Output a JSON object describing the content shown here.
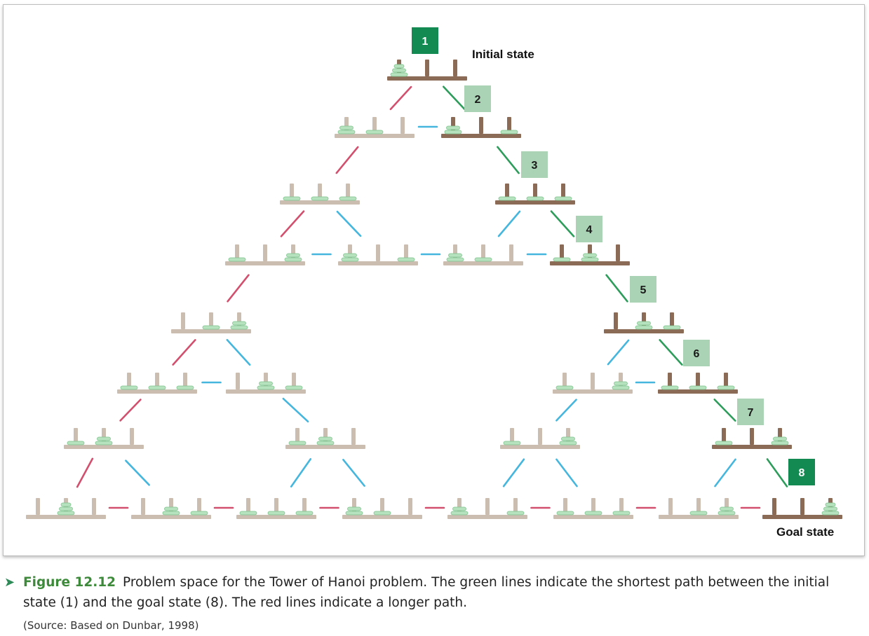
{
  "labels": {
    "initial": "Initial state",
    "goal": "Goal state"
  },
  "path_numbers": [
    "1",
    "2",
    "3",
    "4",
    "5",
    "6",
    "7",
    "8"
  ],
  "caption": {
    "figure_label": "Figure 12.12",
    "text": "Problem space for the Tower of Hanoi problem. The green lines indicate the shortest path between the initial state (1) and the goal state (8). The red lines indicate a longer path.",
    "source": "(Source: Based on Dunbar, 1998)"
  },
  "colors": {
    "shortest_path": "#2e9d5b",
    "longer_path": "#d2506e",
    "other_edge": "#45b6dd",
    "peg_active": "#8b6b55",
    "peg_inactive": "#cbbdb0",
    "disk": "#b6e2bd",
    "badge_dark": "#138a52",
    "badge_light": "#a9d3b4"
  },
  "states": [
    {
      "id": "s1",
      "pegs": [
        3,
        0,
        0
      ],
      "on_path": 1
    },
    {
      "id": "s2a",
      "pegs": [
        2,
        1,
        0
      ]
    },
    {
      "id": "s2",
      "pegs": [
        2,
        0,
        1
      ],
      "on_path": 2
    },
    {
      "id": "s3a",
      "pegs": [
        1,
        1,
        1
      ]
    },
    {
      "id": "s3",
      "pegs": [
        1,
        1,
        1
      ],
      "on_path": 3
    },
    {
      "id": "s4a",
      "pegs": [
        1,
        0,
        2
      ]
    },
    {
      "id": "s4b",
      "pegs": [
        2,
        0,
        1
      ]
    },
    {
      "id": "s4c",
      "pegs": [
        2,
        1,
        0
      ]
    },
    {
      "id": "s4",
      "pegs": [
        1,
        2,
        0
      ],
      "on_path": 4
    },
    {
      "id": "s5a",
      "pegs": [
        0,
        1,
        2
      ]
    },
    {
      "id": "s5",
      "pegs": [
        0,
        2,
        1
      ],
      "on_path": 5
    },
    {
      "id": "s6a",
      "pegs": [
        1,
        1,
        1
      ]
    },
    {
      "id": "s6b",
      "pegs": [
        0,
        2,
        1
      ]
    },
    {
      "id": "s6c",
      "pegs": [
        1,
        0,
        2
      ]
    },
    {
      "id": "s6",
      "pegs": [
        1,
        1,
        1
      ],
      "on_path": 6
    },
    {
      "id": "s7a",
      "pegs": [
        1,
        2,
        0
      ]
    },
    {
      "id": "s7b",
      "pegs": [
        1,
        2,
        0
      ]
    },
    {
      "id": "s7c",
      "pegs": [
        1,
        0,
        2
      ]
    },
    {
      "id": "s7",
      "pegs": [
        1,
        0,
        2
      ],
      "on_path": 7
    },
    {
      "id": "s8a",
      "pegs": [
        0,
        3,
        0
      ]
    },
    {
      "id": "s8b",
      "pegs": [
        0,
        2,
        1
      ]
    },
    {
      "id": "s8c",
      "pegs": [
        1,
        1,
        1
      ]
    },
    {
      "id": "s8d",
      "pegs": [
        2,
        1,
        0
      ]
    },
    {
      "id": "s8e",
      "pegs": [
        2,
        0,
        1
      ]
    },
    {
      "id": "s8f",
      "pegs": [
        1,
        1,
        1
      ]
    },
    {
      "id": "s8g",
      "pegs": [
        0,
        1,
        2
      ]
    },
    {
      "id": "s8",
      "pegs": [
        0,
        0,
        3
      ],
      "on_path": 8
    }
  ],
  "edges": [
    {
      "from": "s1",
      "to": "s2a",
      "kind": "longer"
    },
    {
      "from": "s1",
      "to": "s2",
      "kind": "shortest"
    },
    {
      "from": "s2a",
      "to": "s2",
      "kind": "other"
    },
    {
      "from": "s2a",
      "to": "s3a",
      "kind": "longer"
    },
    {
      "from": "s2",
      "to": "s3",
      "kind": "shortest"
    },
    {
      "from": "s3a",
      "to": "s4a",
      "kind": "longer"
    },
    {
      "from": "s3a",
      "to": "s4b",
      "kind": "other"
    },
    {
      "from": "s3",
      "to": "s4c",
      "kind": "other"
    },
    {
      "from": "s3",
      "to": "s4",
      "kind": "shortest"
    },
    {
      "from": "s4a",
      "to": "s4b",
      "kind": "other"
    },
    {
      "from": "s4b",
      "to": "s4c",
      "kind": "other"
    },
    {
      "from": "s4c",
      "to": "s4",
      "kind": "other"
    },
    {
      "from": "s4a",
      "to": "s5a",
      "kind": "longer"
    },
    {
      "from": "s4",
      "to": "s5",
      "kind": "shortest"
    },
    {
      "from": "s5a",
      "to": "s6a",
      "kind": "longer"
    },
    {
      "from": "s5a",
      "to": "s6b",
      "kind": "other"
    },
    {
      "from": "s5",
      "to": "s6c",
      "kind": "other"
    },
    {
      "from": "s5",
      "to": "s6",
      "kind": "shortest"
    },
    {
      "from": "s6a",
      "to": "s6b",
      "kind": "other"
    },
    {
      "from": "s6c",
      "to": "s6",
      "kind": "other"
    },
    {
      "from": "s6a",
      "to": "s7a",
      "kind": "longer"
    },
    {
      "from": "s6b",
      "to": "s7b",
      "kind": "other"
    },
    {
      "from": "s6c",
      "to": "s7c",
      "kind": "other"
    },
    {
      "from": "s6",
      "to": "s7",
      "kind": "shortest"
    },
    {
      "from": "s7a",
      "to": "s8a",
      "kind": "longer"
    },
    {
      "from": "s7a",
      "to": "s8b",
      "kind": "other"
    },
    {
      "from": "s7b",
      "to": "s8c",
      "kind": "other"
    },
    {
      "from": "s7b",
      "to": "s8d",
      "kind": "other"
    },
    {
      "from": "s7c",
      "to": "s8e",
      "kind": "other"
    },
    {
      "from": "s7c",
      "to": "s8f",
      "kind": "other"
    },
    {
      "from": "s7",
      "to": "s8g",
      "kind": "other"
    },
    {
      "from": "s7",
      "to": "s8",
      "kind": "shortest"
    },
    {
      "from": "s8a",
      "to": "s8b",
      "kind": "longer"
    },
    {
      "from": "s8b",
      "to": "s8c",
      "kind": "longer"
    },
    {
      "from": "s8c",
      "to": "s8d",
      "kind": "longer"
    },
    {
      "from": "s8d",
      "to": "s8e",
      "kind": "longer"
    },
    {
      "from": "s8e",
      "to": "s8f",
      "kind": "longer"
    },
    {
      "from": "s8f",
      "to": "s8g",
      "kind": "longer"
    },
    {
      "from": "s8g",
      "to": "s8",
      "kind": "longer"
    }
  ]
}
